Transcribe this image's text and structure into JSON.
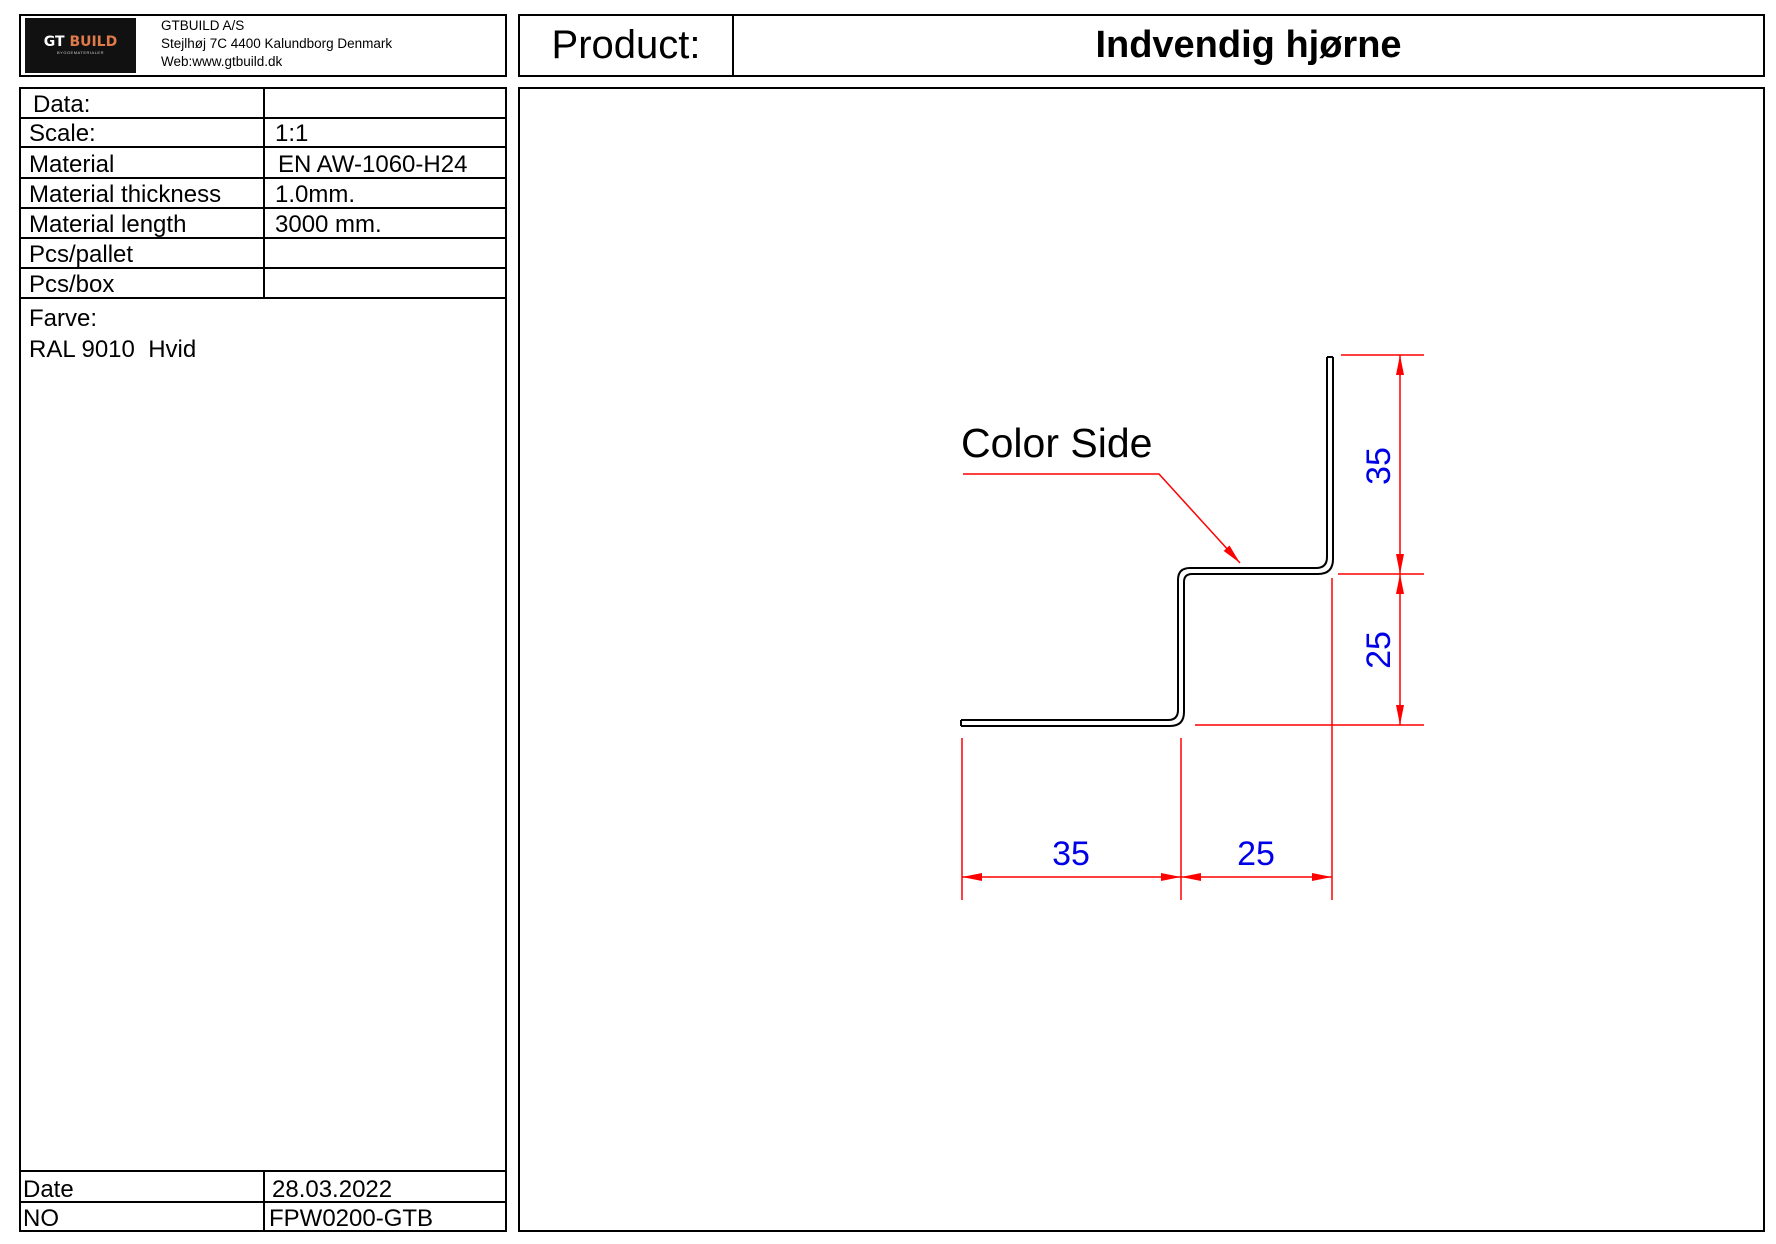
{
  "company": {
    "logo_main_a": "GT",
    "logo_main_b": "BUILD",
    "logo_sub": "BYGGEMATERIALER",
    "name": "GTBUILD A/S",
    "address": "Stejlhøj 7C 4400 Kalundborg Denmark",
    "web": "Web:www.gtbuild.dk"
  },
  "header": {
    "product_label": "Product:",
    "product_name": "Indvendig hjørne"
  },
  "data_table": {
    "rows": [
      {
        "key": "Data:",
        "value": ""
      },
      {
        "key": "Scale:",
        "value": "1:1"
      },
      {
        "key": "Material",
        "value": "EN AW-1060-H24"
      },
      {
        "key": "Material thickness",
        "value": "1.0mm."
      },
      {
        "key": "Material length",
        "value": "3000 mm."
      },
      {
        "key": "Pcs/pallet",
        "value": ""
      },
      {
        "key": "Pcs/box",
        "value": ""
      }
    ],
    "color_label": "Farve:",
    "color_value": "RAL 9010  Hvid",
    "footer": [
      {
        "key": "Date",
        "value": "28.03.2022"
      },
      {
        "key": "NO",
        "value": "FPW0200-GTB"
      }
    ]
  },
  "drawing": {
    "callout": "Color Side",
    "dimensions": {
      "bottom_left": "35",
      "bottom_right": "25",
      "right_top": "35",
      "right_bottom": "25"
    },
    "colors": {
      "dimension_line": "#ff0000",
      "dimension_text": "#0000e6",
      "profile": "#000000"
    }
  }
}
